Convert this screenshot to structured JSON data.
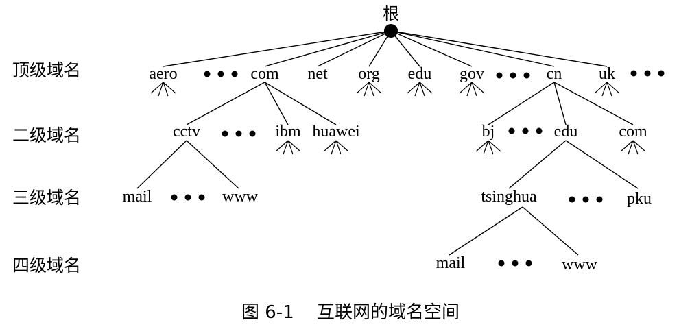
{
  "root": {
    "label": "根"
  },
  "levels": {
    "top": "顶级域名",
    "second": "二级域名",
    "third": "三级域名",
    "fourth": "四级域名"
  },
  "top_domains": {
    "aero": "aero",
    "com": "com",
    "net": "net",
    "org": "org",
    "edu": "edu",
    "gov": "gov",
    "cn": "cn",
    "uk": "uk"
  },
  "second_domains": {
    "cctv": "cctv",
    "ibm": "ibm",
    "huawei": "huawei",
    "bj": "bj",
    "edu": "edu",
    "com": "com"
  },
  "third_domains": {
    "mail": "mail",
    "www": "www",
    "tsinghua": "tsinghua",
    "pku": "pku"
  },
  "fourth_domains": {
    "mail": "mail",
    "www": "www"
  },
  "caption": {
    "number": "图 6-1",
    "title": "互联网的域名空间"
  }
}
